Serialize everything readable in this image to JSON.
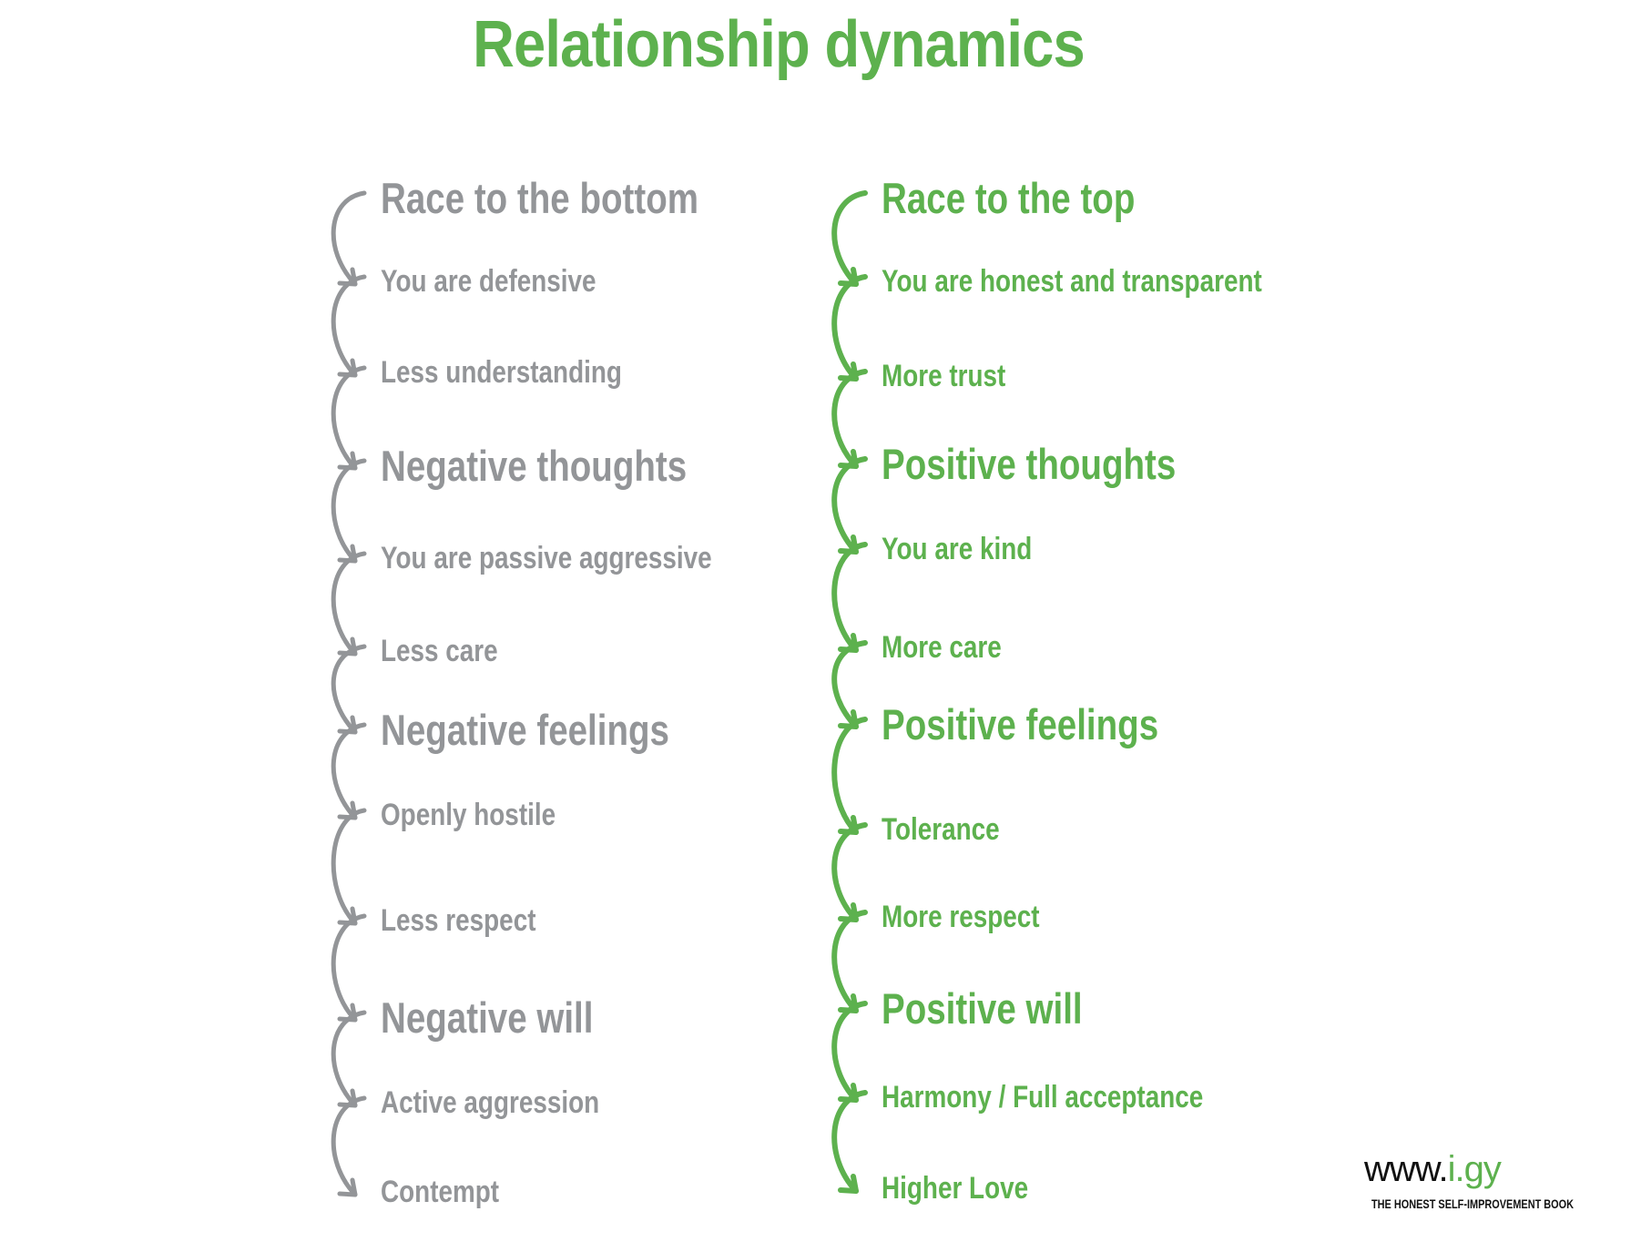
{
  "title": "Relationship dynamics",
  "colors": {
    "negative": "#939598",
    "positive": "#5db14e",
    "brand_dark": "#111111"
  },
  "icons": {
    "step_connector": "curved-arrow-icon"
  },
  "left": {
    "heading": "Race to the bottom",
    "items": [
      {
        "text": "You are defensive",
        "level": "item"
      },
      {
        "text": "Less understanding",
        "level": "item"
      },
      {
        "text": "Negative thoughts",
        "level": "head"
      },
      {
        "text": "You are passive aggressive",
        "level": "item"
      },
      {
        "text": "Less care",
        "level": "item"
      },
      {
        "text": "Negative feelings",
        "level": "head"
      },
      {
        "text": "Openly hostile",
        "level": "item"
      },
      {
        "text": "Less respect",
        "level": "item"
      },
      {
        "text": "Negative will",
        "level": "head"
      },
      {
        "text": "Active aggression",
        "level": "item"
      },
      {
        "text": "Contempt",
        "level": "item"
      }
    ]
  },
  "right": {
    "heading": "Race to the top",
    "items": [
      {
        "text": "You are honest and transparent",
        "level": "item"
      },
      {
        "text": "More trust",
        "level": "item"
      },
      {
        "text": "Positive thoughts",
        "level": "head"
      },
      {
        "text": "You are kind",
        "level": "item"
      },
      {
        "text": "More care",
        "level": "item"
      },
      {
        "text": "Positive feelings",
        "level": "head"
      },
      {
        "text": "Tolerance",
        "level": "item"
      },
      {
        "text": "More respect",
        "level": "item"
      },
      {
        "text": "Positive will",
        "level": "head"
      },
      {
        "text": "Harmony / Full acceptance",
        "level": "item"
      },
      {
        "text": "Higher Love",
        "level": "item"
      }
    ]
  },
  "brand": {
    "url_prefix": "www.",
    "url_accent": "i.gy",
    "tagline": "THE HONEST SELF-IMPROVEMENT BOOK"
  }
}
